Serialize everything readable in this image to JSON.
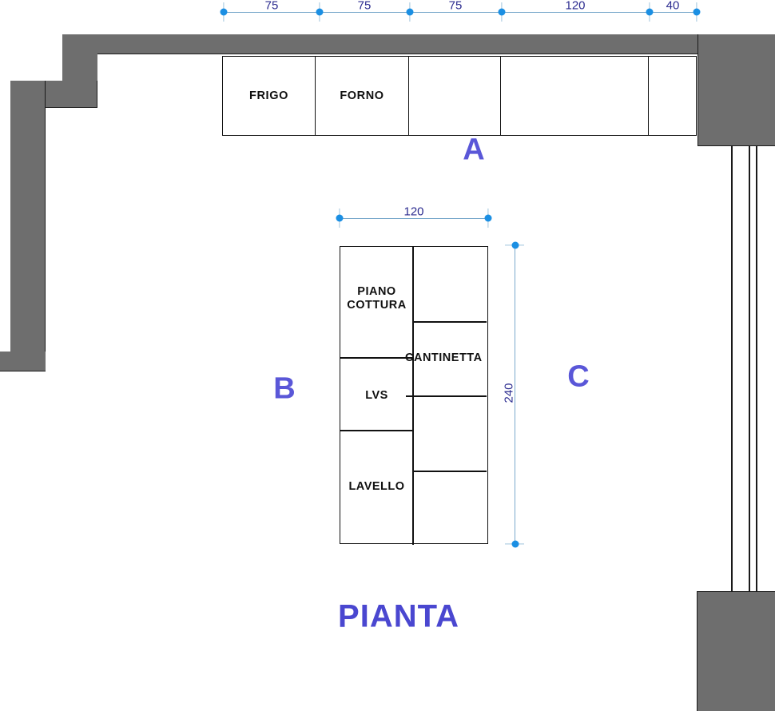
{
  "drawing": {
    "title": "PIANTA",
    "accent_color": "#5a57d8",
    "dimension_color": "#2b2b8f",
    "wall_color": "#6e6e6e",
    "line_color": "#111111"
  },
  "top_dimensions": {
    "segments": [
      {
        "label": "75"
      },
      {
        "label": "75"
      },
      {
        "label": "75"
      },
      {
        "label": "120"
      },
      {
        "label": "40"
      }
    ]
  },
  "island_dimensions": {
    "width": "120",
    "depth": "240"
  },
  "top_run": {
    "cells": [
      {
        "label": "FRIGO"
      },
      {
        "label": "FORNO"
      },
      {
        "label": ""
      },
      {
        "label": ""
      },
      {
        "label": ""
      }
    ]
  },
  "island": {
    "left_column": [
      {
        "label": "PIANO\nCOTTURA"
      },
      {
        "label": "LVS"
      },
      {
        "label": "LAVELLO"
      }
    ],
    "right_column": [
      {
        "label": ""
      },
      {
        "label": "CANTINETTA"
      },
      {
        "label": ""
      },
      {
        "label": ""
      }
    ]
  },
  "elevation_markers": [
    {
      "label": "A"
    },
    {
      "label": "B"
    },
    {
      "label": "C"
    }
  ]
}
